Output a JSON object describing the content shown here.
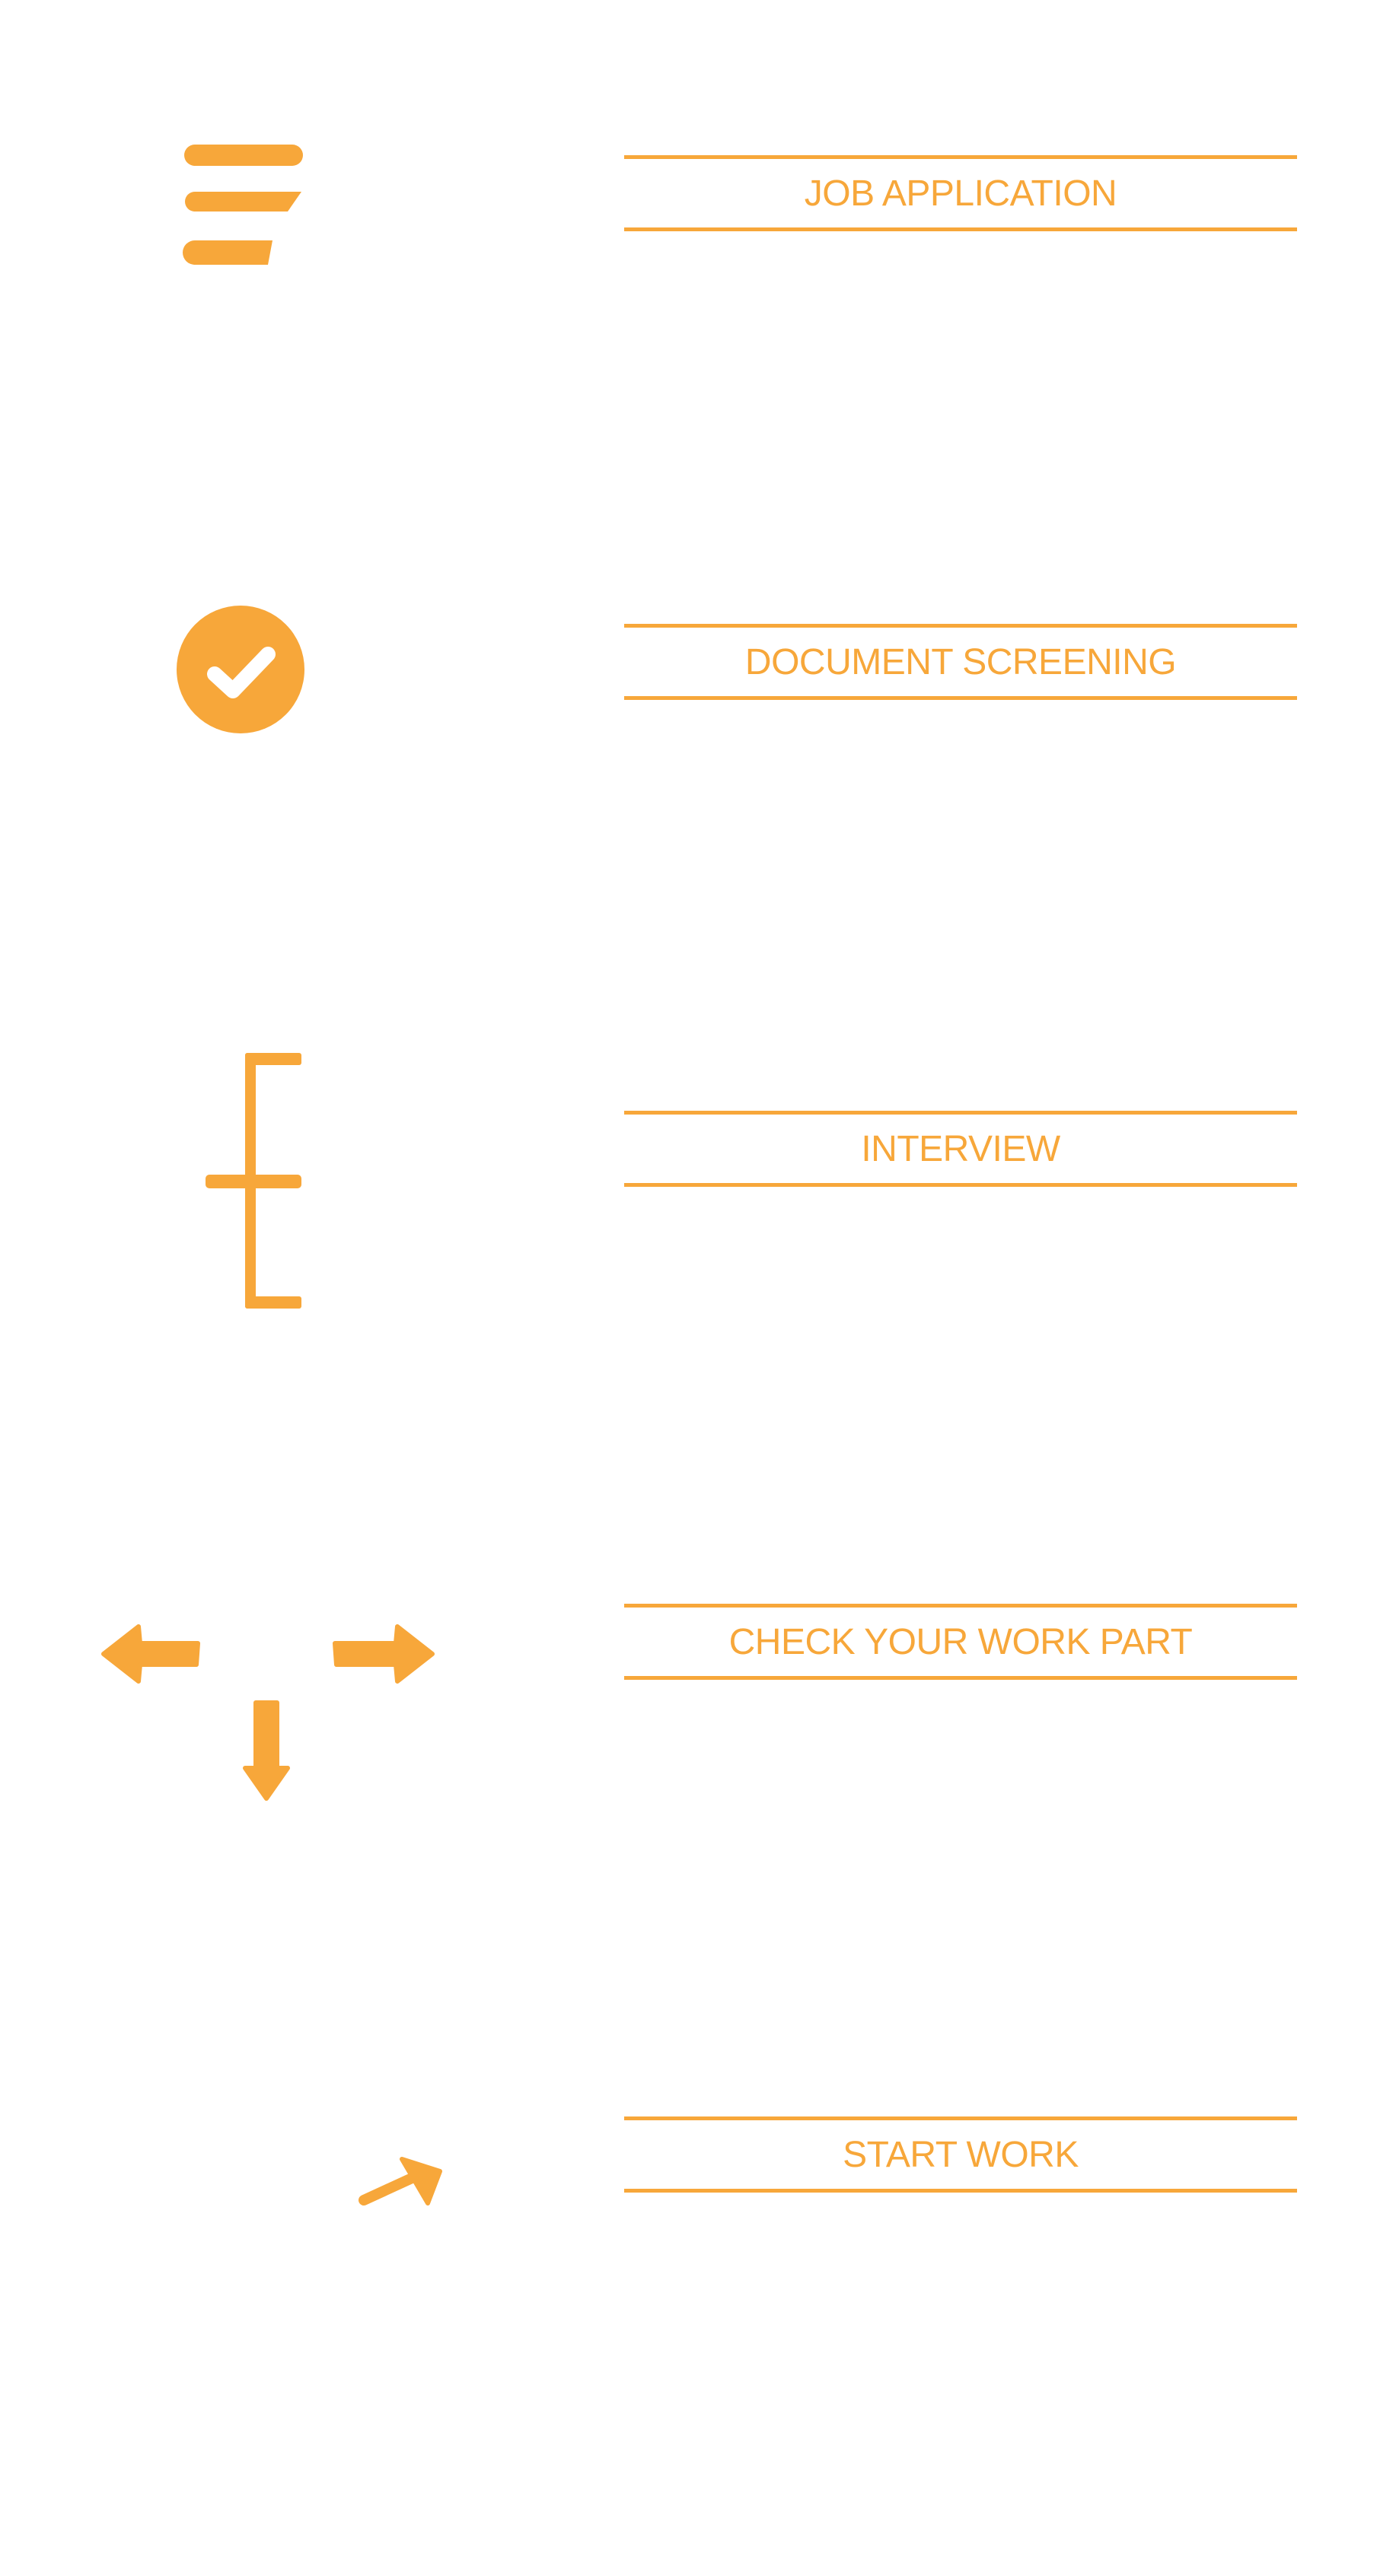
{
  "theme": {
    "accent": "#F7A73A",
    "background": "#FFFFFF"
  },
  "steps": [
    {
      "label": "JOB APPLICATION",
      "icon": "lines-icon"
    },
    {
      "label": "DOCUMENT SCREENING",
      "icon": "check-circle-icon"
    },
    {
      "label": "INTERVIEW",
      "icon": "bracket-icon"
    },
    {
      "label": "CHECK YOUR WORK PART",
      "icon": "directions-arrows-icon"
    },
    {
      "label": "START WORK",
      "icon": "arrow-up-right-icon"
    }
  ]
}
